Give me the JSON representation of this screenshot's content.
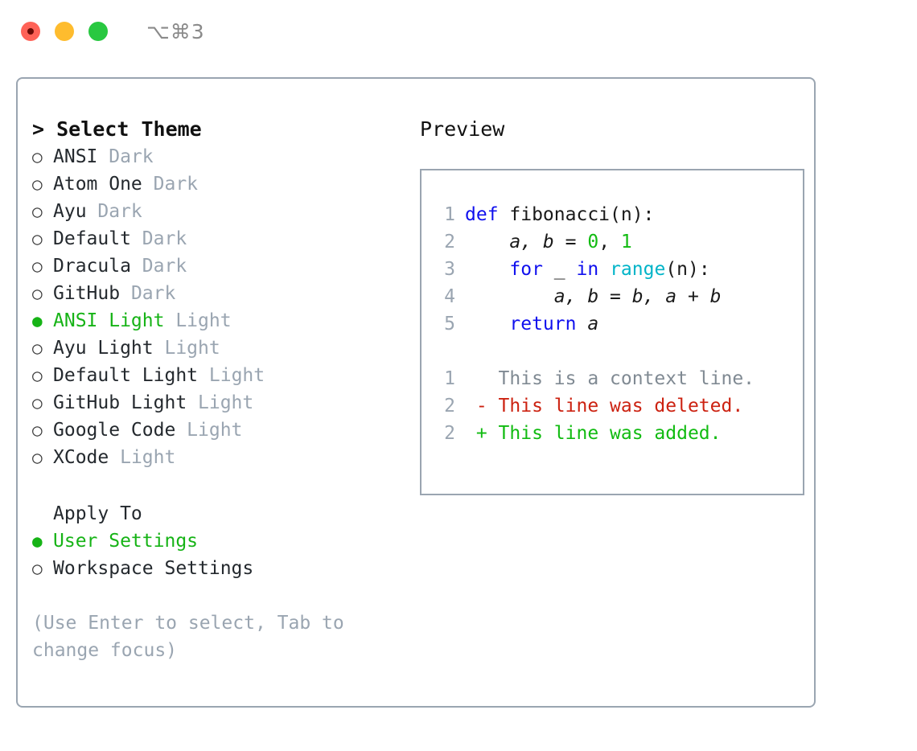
{
  "titlebar": {
    "shortcut": "⌥⌘3",
    "buttons": [
      {
        "name": "close",
        "color": "#ff6257"
      },
      {
        "name": "minimize",
        "color": "#febc2e"
      },
      {
        "name": "maximize",
        "color": "#28c840"
      }
    ]
  },
  "left": {
    "heading": "> Select Theme",
    "themes": [
      {
        "marker": "○",
        "name": "ANSI",
        "kind": "Dark",
        "selected": false
      },
      {
        "marker": "○",
        "name": "Atom One",
        "kind": "Dark",
        "selected": false
      },
      {
        "marker": "○",
        "name": "Ayu",
        "kind": "Dark",
        "selected": false
      },
      {
        "marker": "○",
        "name": "Default",
        "kind": "Dark",
        "selected": false
      },
      {
        "marker": "○",
        "name": "Dracula",
        "kind": "Dark",
        "selected": false
      },
      {
        "marker": "○",
        "name": "GitHub",
        "kind": "Dark",
        "selected": false
      },
      {
        "marker": "●",
        "name": "ANSI Light",
        "kind": "Light",
        "selected": true
      },
      {
        "marker": "○",
        "name": "Ayu Light",
        "kind": "Light",
        "selected": false
      },
      {
        "marker": "○",
        "name": "Default Light",
        "kind": "Light",
        "selected": false
      },
      {
        "marker": "○",
        "name": "GitHub Light",
        "kind": "Light",
        "selected": false
      },
      {
        "marker": "○",
        "name": "Google Code",
        "kind": "Light",
        "selected": false
      },
      {
        "marker": "○",
        "name": "XCode",
        "kind": "Light",
        "selected": false
      }
    ],
    "apply_to_heading": "Apply To",
    "apply_to": [
      {
        "marker": "●",
        "label": "User Settings",
        "selected": true
      },
      {
        "marker": "○",
        "label": "Workspace Settings",
        "selected": false
      }
    ],
    "hint": "(Use Enter to select, Tab to change focus)"
  },
  "right": {
    "heading": "Preview",
    "code": [
      {
        "no": "1",
        "tokens": [
          {
            "t": "def ",
            "c": "kw"
          },
          {
            "t": "fibonacci(n):",
            "c": "plain"
          }
        ]
      },
      {
        "no": "2",
        "tokens": [
          {
            "t": "    ",
            "c": "plain"
          },
          {
            "t": "a, b",
            "c": "var"
          },
          {
            "t": " = ",
            "c": "plain"
          },
          {
            "t": "0",
            "c": "num"
          },
          {
            "t": ", ",
            "c": "plain"
          },
          {
            "t": "1",
            "c": "num"
          }
        ]
      },
      {
        "no": "3",
        "tokens": [
          {
            "t": "    ",
            "c": "plain"
          },
          {
            "t": "for",
            "c": "kw"
          },
          {
            "t": " ",
            "c": "plain"
          },
          {
            "t": "_",
            "c": "var"
          },
          {
            "t": " ",
            "c": "plain"
          },
          {
            "t": "in",
            "c": "kw"
          },
          {
            "t": " ",
            "c": "plain"
          },
          {
            "t": "range",
            "c": "fn"
          },
          {
            "t": "(n):",
            "c": "plain"
          }
        ]
      },
      {
        "no": "4",
        "tokens": [
          {
            "t": "        ",
            "c": "plain"
          },
          {
            "t": "a, b",
            "c": "var"
          },
          {
            "t": " = ",
            "c": "plain"
          },
          {
            "t": "b, a",
            "c": "var"
          },
          {
            "t": " + ",
            "c": "plain"
          },
          {
            "t": "b",
            "c": "var"
          }
        ]
      },
      {
        "no": "5",
        "tokens": [
          {
            "t": "    ",
            "c": "plain"
          },
          {
            "t": "return",
            "c": "kw"
          },
          {
            "t": " ",
            "c": "plain"
          },
          {
            "t": "a",
            "c": "var"
          }
        ]
      }
    ],
    "diff": [
      {
        "no": "1",
        "sign": " ",
        "text": "This is a context line.",
        "kind": "ctx"
      },
      {
        "no": "2",
        "sign": "-",
        "text": "This line was deleted.",
        "kind": "del"
      },
      {
        "no": "2",
        "sign": "+",
        "text": "This line was added.",
        "kind": "add"
      }
    ]
  },
  "colors": {
    "accent_green": "#16b316",
    "border": "#9aa5b1",
    "muted": "#9aa5b1",
    "keyword": "#1010ee",
    "function": "#00b4c8",
    "number": "#11bb11",
    "diff_deleted": "#cc2211",
    "diff_added": "#11bb11",
    "diff_context": "#808a93"
  }
}
